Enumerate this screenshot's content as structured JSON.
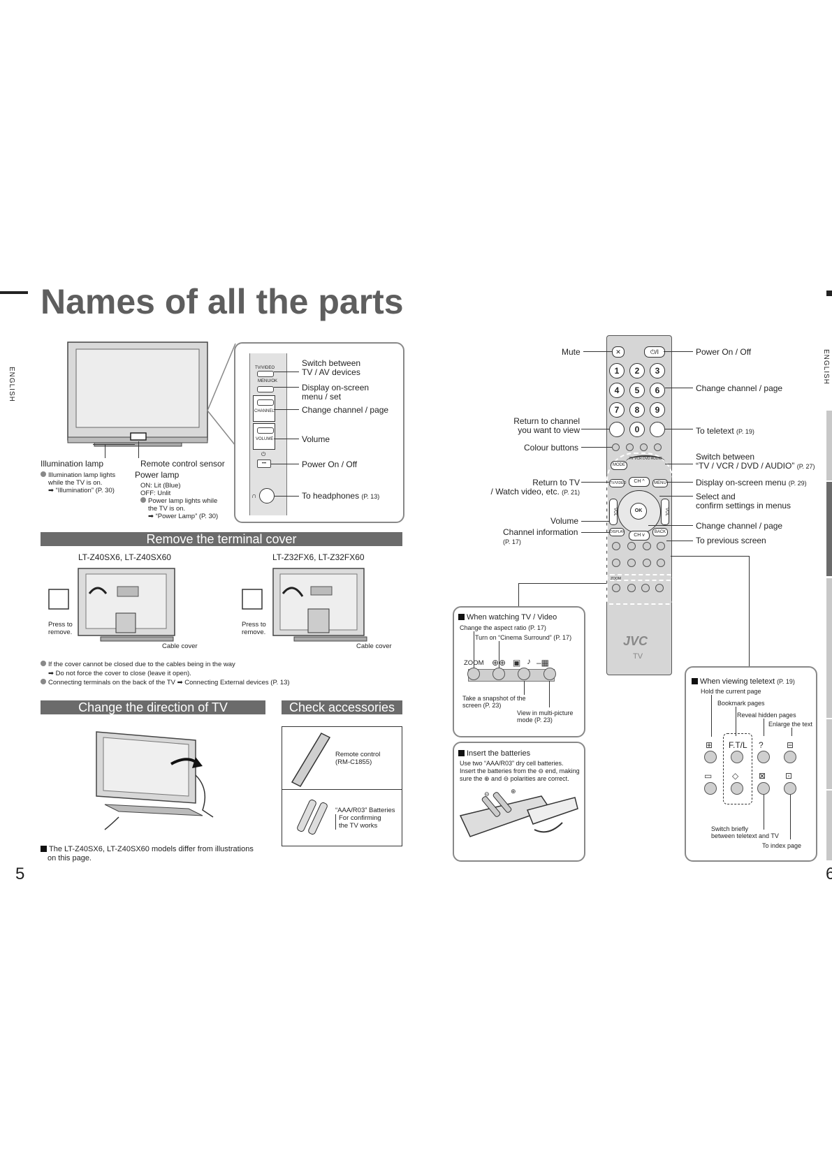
{
  "header": {
    "title": "Names of all the parts",
    "side_label_left": "ENGLISH",
    "side_label_right": "ENGLISH",
    "page_left": "5",
    "page_right": "6"
  },
  "tv_parts": {
    "illumination_lamp": "Illumination lamp",
    "illumination_note_1": "Illumination lamp lights",
    "illumination_note_2": "while the TV is on.",
    "illumination_ref": "➡ “Illumination” (P. 30)",
    "remote_sensor": "Remote control sensor",
    "power_lamp": "Power lamp",
    "power_on": "ON: Lit (Blue)",
    "power_off": "OFF: Unlit",
    "power_note_1": "Power lamp lights while",
    "power_note_2": "the TV is on.",
    "power_ref": "➡ “Power Lamp” (P. 30)",
    "panel_tvvideo": "TV/VIDEO",
    "panel_menu": "MENU/OK",
    "panel_channel": "CHANNEL",
    "panel_volume": "VOLUME",
    "switch_av_1": "Switch between",
    "switch_av_2": "TV / AV devices",
    "display_menu_1": "Display on-screen",
    "display_menu_2": "menu / set",
    "change_channel": "Change channel / page",
    "volume": "Volume",
    "power": "Power On / Off",
    "headphones": "To headphones",
    "headphones_ref": "(P. 13)"
  },
  "terminal_cover": {
    "heading": "Remove the terminal cover",
    "model_a": "LT-Z40SX6, LT-Z40SX60",
    "model_b": "LT-Z32FX6, LT-Z32FX60",
    "press_1": "Press to",
    "press_2": "remove.",
    "cable_cover": "Cable cover",
    "note_1": "If the cover cannot be closed due to the cables being in the way",
    "note_1b": "➡  Do not force the cover to close (leave it open).",
    "note_2": "Connecting terminals on the back of the TV ➡ Connecting External devices (P. 13)"
  },
  "direction": {
    "heading": "Change the direction of TV",
    "note": "The LT-Z40SX6, LT-Z40SX60 models differ from illustrations",
    "note_2": "on this page."
  },
  "accessories": {
    "heading": "Check accessories",
    "remote_1": "Remote control",
    "remote_2": "(RM-C1855)",
    "batt_1": "“AAA/R03” Batteries",
    "batt_2": "For confirming",
    "batt_3": "the TV works"
  },
  "remote": {
    "mute": "Mute",
    "power": "Power On / Off",
    "change_channel_page": "Change channel / page",
    "return_channel_1": "Return to channel",
    "return_channel_2": "you want to view",
    "teletext": "To teletext",
    "teletext_ref": "(P. 19)",
    "colour_buttons": "Colour buttons",
    "switch_devices_1": "Switch between",
    "switch_devices_2": "“TV / VCR / DVD / AUDIO”",
    "switch_devices_ref": "(P. 27)",
    "return_tv_1": "Return to TV",
    "return_tv_2": "/ Watch video, etc.",
    "return_tv_ref": "(P. 21)",
    "display_menu": "Display on-screen menu",
    "display_menu_ref": "(P. 29)",
    "select_1": "Select and",
    "select_2": "confirm settings in menus",
    "volume": "Volume",
    "channel_info": "Channel information",
    "channel_info_ref": "(P. 17)",
    "change_channel_page_2": "Change channel / page",
    "previous_screen": "To previous screen",
    "brand": "JVC",
    "brand_sub": "TV",
    "keys": [
      "1",
      "2",
      "3",
      "4",
      "5",
      "6",
      "7",
      "8",
      "9",
      "0"
    ],
    "key_ok": "OK",
    "key_menu": "MENU",
    "key_back": "BACK",
    "key_tvvideo": "TV/VIDEO",
    "key_ch": "CH",
    "key_vol": "VOL",
    "key_zoom": "ZOOM",
    "key_mode": "MODE",
    "key_ftl": "F.T/L"
  },
  "watching": {
    "heading": "When watching TV / Video",
    "aspect": "Change the aspect ratio (P. 17)",
    "surround": "Turn on “Cinema Surround” (P. 17)",
    "zoom": "ZOOM",
    "snapshot_1": "Take a snapshot of the",
    "snapshot_2": "screen (P. 23)",
    "multi_1": "View in multi-picture",
    "multi_2": "mode (P. 23)"
  },
  "batteries": {
    "heading": "Insert the batteries",
    "line_1": "Use two “AAA/R03” dry cell batteries.",
    "line_2": "Insert the batteries from the ⊖ end, making",
    "line_3": "sure the ⊕ and ⊖ polarities are correct."
  },
  "teletext": {
    "heading": "When viewing teletext",
    "heading_ref": "(P. 19)",
    "hold": "Hold the current page",
    "bookmark": "Bookmark pages",
    "reveal": "Reveal hidden pages",
    "enlarge": "Enlarge the text",
    "ftl": "F.T/L",
    "switch_1": "Switch briefly",
    "switch_2": "between teletext and TV",
    "index": "To index page"
  },
  "colors": {
    "bar": "#6b6b6b",
    "line": "#333333",
    "box_border": "#888888"
  }
}
